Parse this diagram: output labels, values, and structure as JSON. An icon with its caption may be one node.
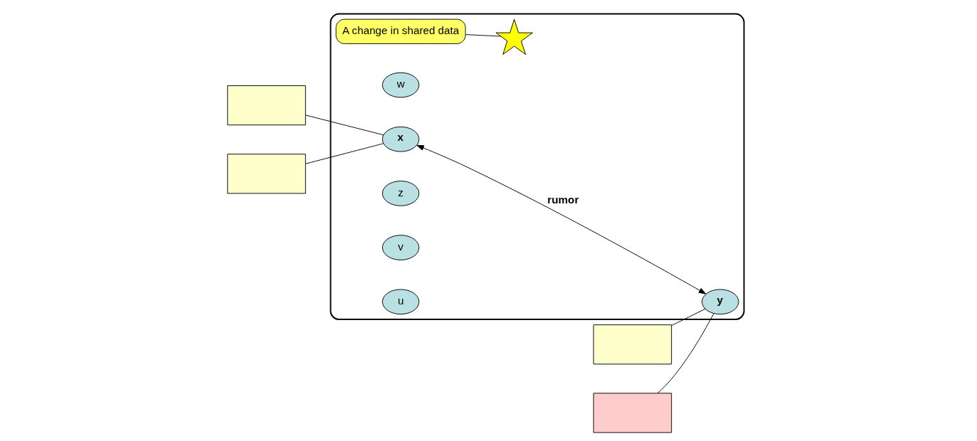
{
  "diagram": {
    "nodes": [
      {
        "text": [],
        "shape": "callout"
      },
      {
        "text": [],
        "shape": "callout"
      },
      {
        "text": [],
        "shape": "cloud"
      },
      {
        "text": [
          "A change in shared data"
        ],
        "in": 2
      },
      {
        "text": [
          "w"
        ],
        "in": 2
      },
      {
        "text": [
          "y"
        ],
        "in": 2
      },
      {
        "text": [],
        "shape": "star",
        "in": 2
      },
      {
        "text": [
          "x"
        ],
        "in": 2
      },
      {
        "text": [
          "z"
        ],
        "in": 2
      },
      {
        "text": [
          "v"
        ],
        "in": 2
      },
      {
        "text": [
          "u"
        ],
        "in": 2
      },
      {
        "text": [],
        "shape": "callout"
      },
      {
        "text": [],
        "shape": "callout"
      }
    ],
    "edges": [
      {
        "from": 7,
        "to": 5,
        "arrow": "both",
        "label": "rumor"
      },
      {
        "from": 3,
        "to": 6,
        "arrow": "none"
      },
      {
        "from": 0,
        "to": 7,
        "arrow": "none"
      },
      {
        "from": 1,
        "to": 5,
        "arrow": "none"
      },
      {
        "from": 11,
        "to": 7,
        "arrow": "none"
      },
      {
        "from": 12,
        "to": 5,
        "arrow": "none"
      }
    ]
  }
}
